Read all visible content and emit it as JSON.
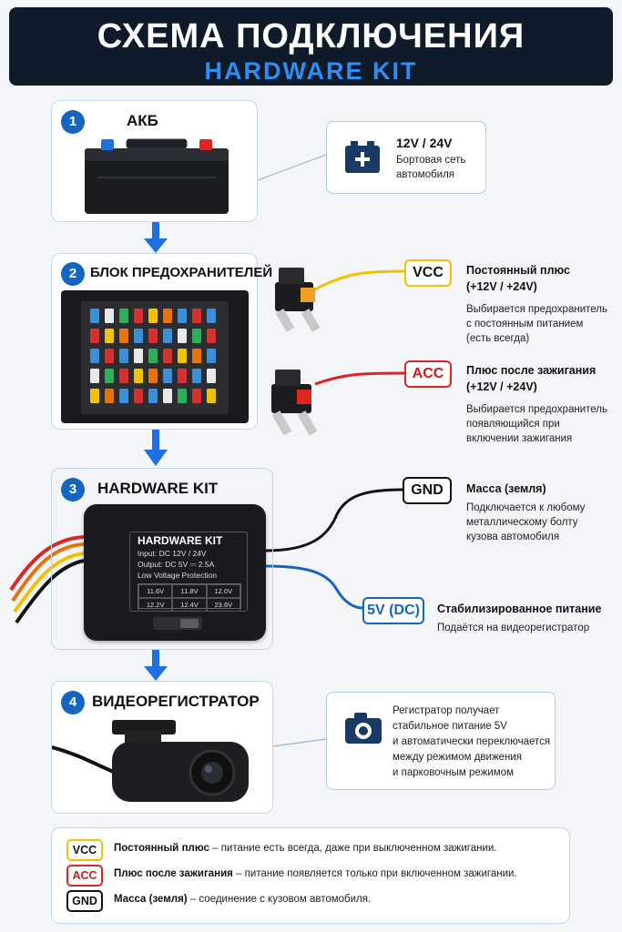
{
  "header": {
    "title": "СХЕМА ПОДКЛЮЧЕНИЯ",
    "subtitle": "HARDWARE KIT"
  },
  "steps": [
    {
      "num": "1",
      "title": "АКБ"
    },
    {
      "num": "2",
      "title": "БЛОК ПРЕДОХРАНИТЕЛЕЙ"
    },
    {
      "num": "3",
      "title": "HARDWARE KIT"
    },
    {
      "num": "4",
      "title": "ВИДЕОРЕГИСТРАТОР"
    }
  ],
  "battery_info": {
    "title": "12V / 24V",
    "line1": "Бортовая сеть",
    "line2": "автомобиля"
  },
  "vcc": {
    "tag": "VCC",
    "title1": "Постоянный плюс",
    "title2": "(+12V / +24V)",
    "d1": "Выбирается предохранитель",
    "d2": "с постоянным питанием",
    "d3": "(есть всегда)"
  },
  "acc": {
    "tag": "ACC",
    "title1": "Плюс после зажигания",
    "title2": "(+12V / +24V)",
    "d1": "Выбирается предохранитель",
    "d2": "появляющийся при",
    "d3": "включении зажигания"
  },
  "gnd": {
    "tag": "GND",
    "title": "Масса (земля)",
    "d1": "Подключается к любому",
    "d2": "металлическому болту",
    "d3": "кузова автомобиля"
  },
  "v5": {
    "tag": "5V (DC)",
    "title": "Стабилизированное питание",
    "d1": "Подаётся на видеорегистратор"
  },
  "kit_label": {
    "title": "HARDWARE KIT",
    "input": "Input: DC 12V / 24V",
    "output": "Output: DC 5V ⎓ 2.5A",
    "lvp": "Low Voltage Protection",
    "grid": [
      "11.6V",
      "11.8V",
      "12.0V",
      "12.2V",
      "12.4V",
      "23.6V"
    ]
  },
  "camera_info": {
    "l1": "Регистратор получает",
    "l2": "стабильное питание 5V",
    "l3": "и автоматически переключается",
    "l4": "между режимом движения",
    "l5": "и парковочным режимом"
  },
  "legend": [
    {
      "tag": "VCC",
      "bold": "Постоянный плюс",
      "text": " – питание есть всегда, даже при выключенном зажигании.",
      "color": "#f2c200"
    },
    {
      "tag": "ACC",
      "bold": "Плюс после зажигания",
      "text": " – питание появляется только при включенном зажигании.",
      "color": "#e02424"
    },
    {
      "tag": "GND",
      "bold": "Масса (земля)",
      "text": " – соединение с кузовом автомобиля.",
      "color": "#111111"
    }
  ],
  "colors": {
    "accent": "#1565c0",
    "vcc": "#f2c200",
    "acc": "#e02424",
    "gnd": "#111111",
    "dc5v": "#1565c0"
  },
  "icons": [
    "battery-icon",
    "camera-icon",
    "fuse-tap-icon",
    "arrow-down-icon"
  ]
}
